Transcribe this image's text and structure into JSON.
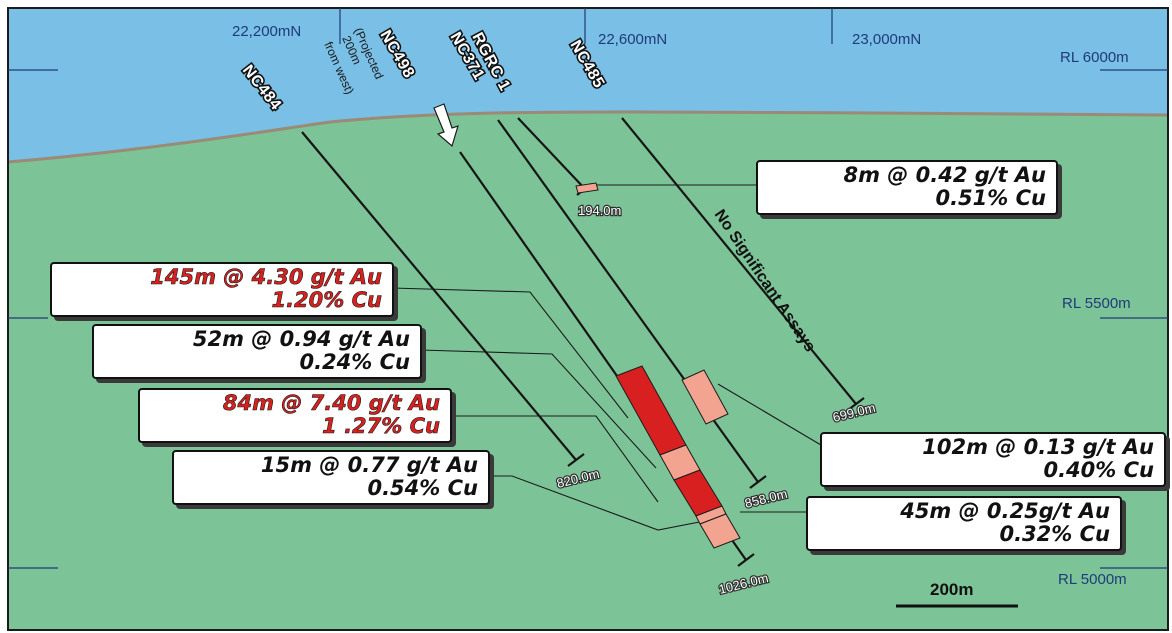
{
  "grid": {
    "northings": [
      "22,200mN",
      "22,600mN",
      "23,000mN"
    ],
    "rl_levels": [
      "RL 6000m",
      "RL 5500m",
      "RL 5000m"
    ]
  },
  "holes": {
    "nc484": "NC484",
    "nc498": "NC498",
    "nc371": "NC371",
    "rgrc1": "RGRC 1",
    "nc485": "NC485"
  },
  "projection_note": [
    "(Projected",
    "200m",
    "from west)"
  ],
  "depths": {
    "d194": "194.0m",
    "d699": "699.0m",
    "d820": "820.0m",
    "d858": "858.0m",
    "d1026": "1026.0m"
  },
  "no_significant": "No Significant Assays",
  "intercepts": {
    "i8m": {
      "line1": "8m @ 0.42 g/t Au",
      "line2": "0.51% Cu"
    },
    "i145m": {
      "line1": "145m @ 4.30 g/t Au",
      "line2": "1.20% Cu"
    },
    "i52m": {
      "line1": "52m @ 0.94 g/t Au",
      "line2": "0.24% Cu"
    },
    "i84m": {
      "line1": "84m @ 7.40 g/t Au",
      "line2": "1 .27% Cu"
    },
    "i15m": {
      "line1": "15m @ 0.77 g/t Au",
      "line2": "0.54% Cu"
    },
    "i102m": {
      "line1": "102m @ 0.13 g/t Au",
      "line2": "0.40% Cu"
    },
    "i45m": {
      "line1": "45m @ 0.25g/t Au",
      "line2": "0.32% Cu"
    }
  },
  "scale": {
    "label": "200m"
  },
  "colors": {
    "sky": "#79bfe6",
    "ground": "#7cc497",
    "surface": "#9a8a76",
    "high_grade": "#d82020",
    "low_grade": "#f2a490",
    "high_grade_text": "#d8211f"
  }
}
